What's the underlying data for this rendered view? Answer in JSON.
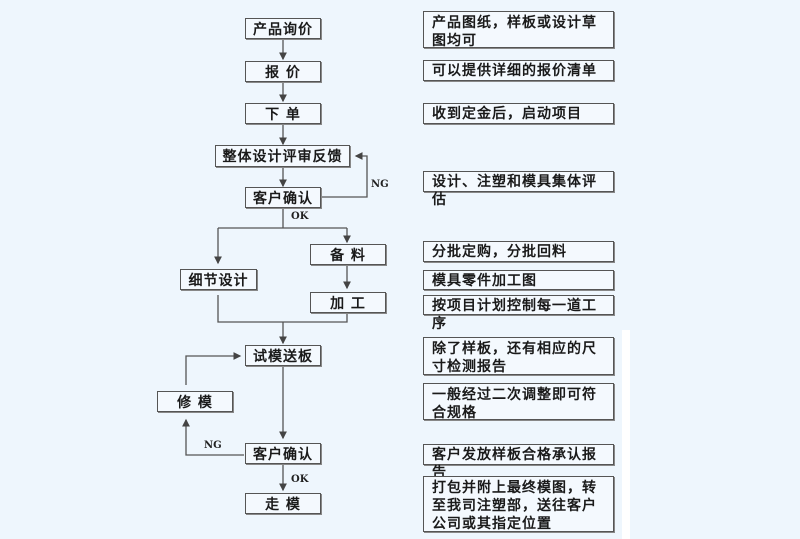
{
  "diagram": {
    "colors": {
      "background": "#eef6fd",
      "box_fill": "#f4f9fe",
      "line": "#555555"
    },
    "steps": [
      {
        "id": "inquiry",
        "label": "产品询价"
      },
      {
        "id": "quote",
        "label": "报 价"
      },
      {
        "id": "order",
        "label": "下 单"
      },
      {
        "id": "design-review",
        "label": "整体设计评审反馈"
      },
      {
        "id": "confirm1",
        "label": "客户确认"
      },
      {
        "id": "prepare",
        "label": "备 料"
      },
      {
        "id": "detail-design",
        "label": "细节设计"
      },
      {
        "id": "process",
        "label": "加 工"
      },
      {
        "id": "trial",
        "label": "试模送板"
      },
      {
        "id": "repair",
        "label": "修 模"
      },
      {
        "id": "confirm2",
        "label": "客户确认"
      },
      {
        "id": "ship",
        "label": "走 模"
      }
    ],
    "edge_labels": {
      "ng1": "NG",
      "ok1": "OK",
      "ng2": "NG",
      "ok2": "OK"
    },
    "notes": [
      "产品图纸，样板或设计草图均可",
      "可以提供详细的报价清单",
      "收到定金后，启动项目",
      "设计、注塑和模具集体评估",
      "分批定购，分批回料",
      "模具零件加工图",
      "按项目计划控制每一道工序",
      "除了样板，还有相应的尺寸检测报告",
      "一般经过二次调整即可符合规格",
      "客户发放样板合格承认报告",
      "打包并附上最终模图，转至我司注塑部，送往客户公司或其指定位置"
    ]
  }
}
